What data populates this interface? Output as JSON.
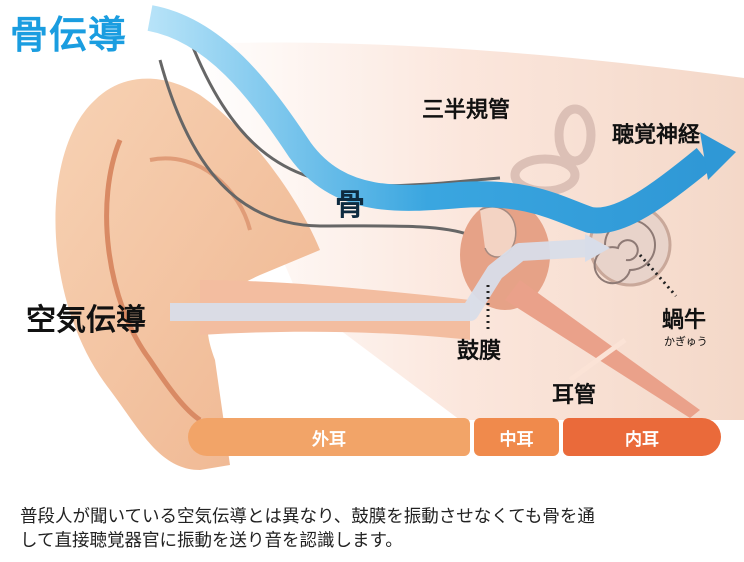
{
  "title": "骨伝導",
  "labels": {
    "bone": "骨",
    "air_conduction": "空気伝導",
    "semicircular_canals": "三半規管",
    "auditory_nerve": "聴覚神経",
    "eardrum": "鼓膜",
    "cochlea": "蝸牛",
    "cochlea_reading": "かぎゅう",
    "ear_canal": "耳管"
  },
  "sections": {
    "outer": "外耳",
    "middle": "中耳",
    "inner": "内耳"
  },
  "caption_lines": [
    "普段人が聞いている空気伝導とは異なり、鼓膜を振動させなくても骨を通",
    "して直接聴覚器官に振動を送り音を認識します。"
  ],
  "colors": {
    "bone_arrow": "#3aa6e0",
    "title": "#1a9de0",
    "air_arrow": "#d8dde9",
    "skin": "#f5c9a8",
    "skin_dark": "#e9a57f",
    "outer_bar": "#f2a468",
    "middle_bar": "#f08a4c",
    "inner_bar": "#ea6a3a"
  }
}
